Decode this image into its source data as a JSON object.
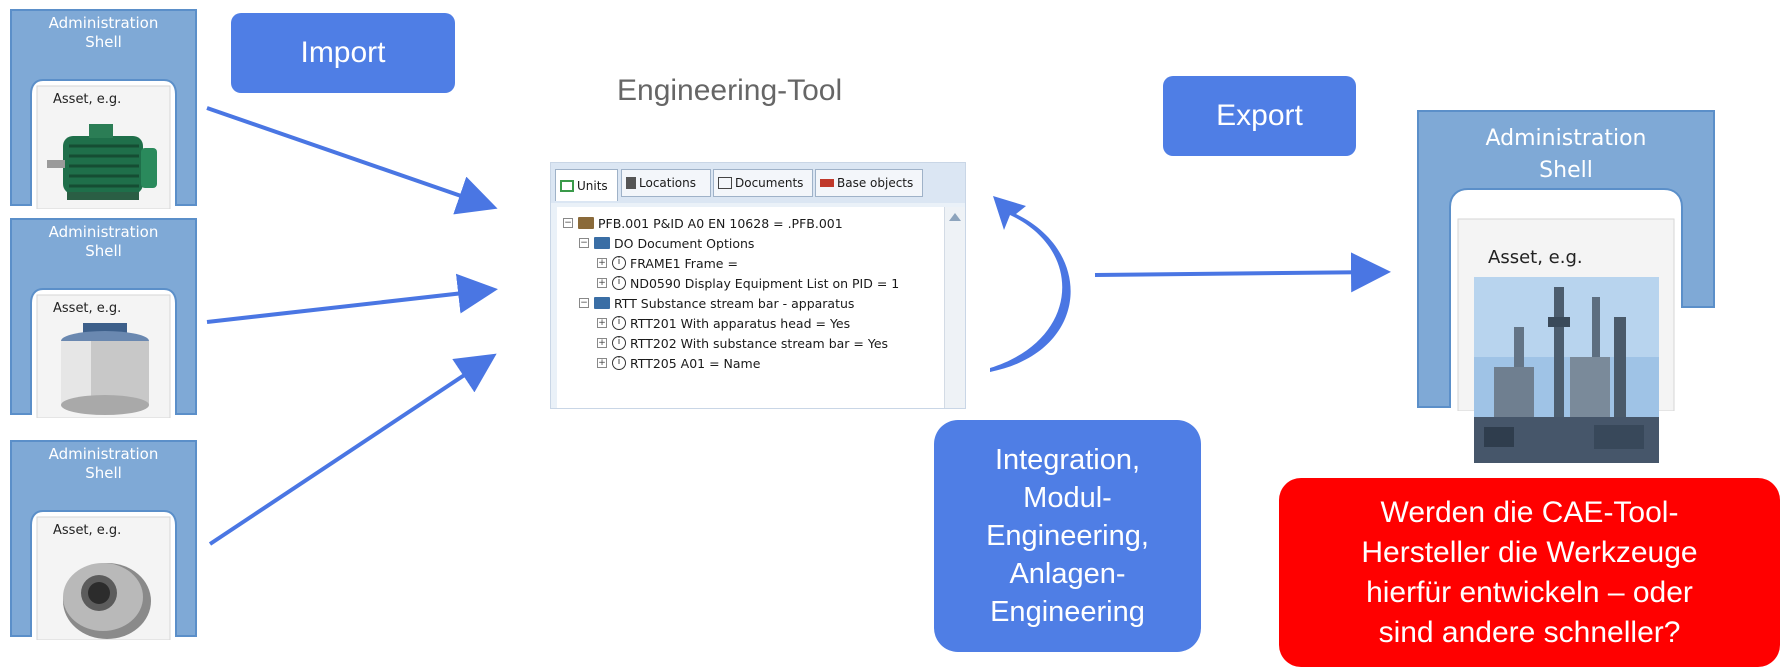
{
  "shells": [
    {
      "title_line1": "Administration",
      "title_line2": "Shell",
      "asset_label": "Asset, e.g.",
      "asset_icon": "electric-motor"
    },
    {
      "title_line1": "Administration",
      "title_line2": "Shell",
      "asset_label": "Asset, e.g.",
      "asset_icon": "pressure-vessel"
    },
    {
      "title_line1": "Administration",
      "title_line2": "Shell",
      "asset_label": "Asset, e.g.",
      "asset_icon": "pipe-flange"
    },
    {
      "title_line1": "Administration",
      "title_line2": "Shell",
      "asset_label": "Asset, e.g.",
      "asset_icon": "industrial-plant"
    }
  ],
  "import_label": "Import",
  "export_label": "Export",
  "tool_title": "Engineering-Tool",
  "tool": {
    "tabs": [
      "Units",
      "Locations",
      "Documents",
      "Base objects"
    ],
    "tree": [
      "PFB.001  P&ID A0 EN 10628  =  .PFB.001",
      "DO   Document Options",
      "FRAME1   Frame =",
      "ND0590   Display Equipment List on PID = 1",
      "RTT   Substance stream bar - apparatus",
      "RTT201   With apparatus head = Yes",
      "RTT202   With substance stream bar = Yes",
      "RTT205   A01 = Name"
    ]
  },
  "integration": {
    "line1": "Integration,",
    "line2": "Modul-",
    "line3": "Engineering,",
    "line4": "Anlagen-",
    "line5": "Engineering"
  },
  "question": {
    "line1": "Werden die CAE-Tool-",
    "line2": "Hersteller die Werkzeuge",
    "line3": "hierfür entwickeln – oder",
    "line4": "sind andere schneller?"
  },
  "colors": {
    "shell_blue": "#7fa9d6",
    "shell_border": "#5b8fc9",
    "accent_blue": "#4f7ee5",
    "alert_red": "#ff0000",
    "arrow_blue": "#4a76e3"
  }
}
